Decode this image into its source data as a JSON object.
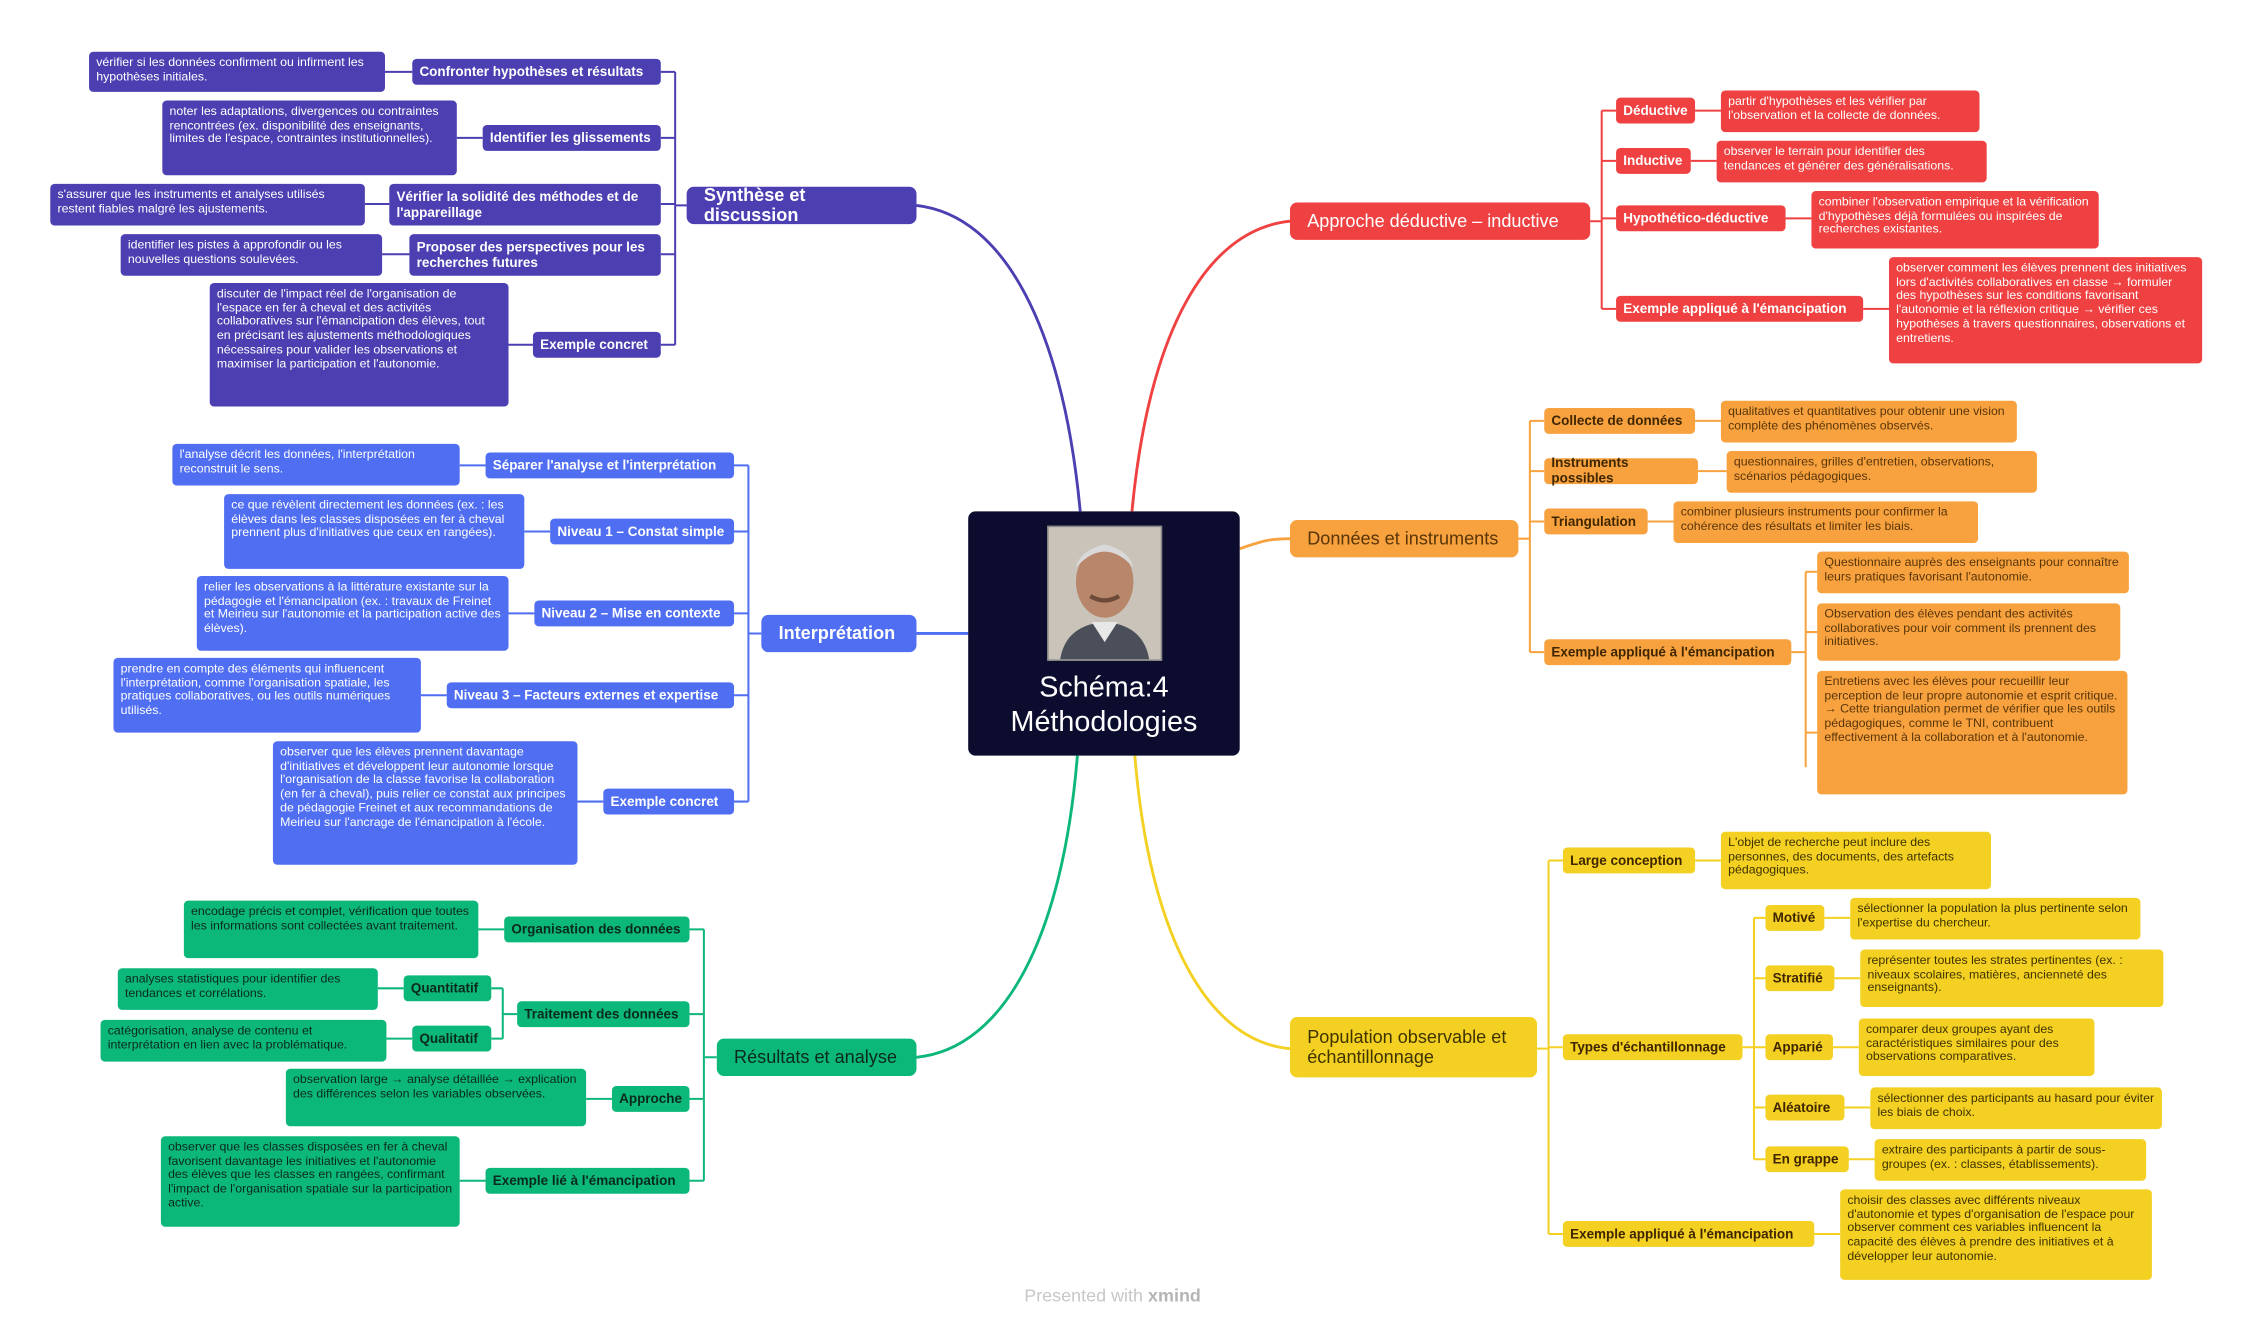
{
  "center": {
    "title": "Schéma:4 Méthodologies"
  },
  "footer": {
    "prefix": "Presented with ",
    "brand": "xmind"
  },
  "colors": {
    "synthese": "#4b3fb1",
    "interpretation": "#4f6ef2",
    "resultats": "#0cb77a",
    "approche": "#ef4141",
    "donnees": "#f7a23f",
    "population": "#f3d021"
  },
  "synthese": {
    "title": "Synthèse et discussion",
    "c1": {
      "label": "Confronter hypothèses et résultats",
      "note": "vérifier si les données confirment ou infirment les hypothèses initiales."
    },
    "c2": {
      "label": "Identifier les glissements",
      "note": "noter les adaptations, divergences ou contraintes rencontrées (ex. disponibilité des enseignants, limites de l'espace, contraintes institutionnelles)."
    },
    "c3": {
      "label": "Vérifier la solidité des méthodes et de l'appareillage",
      "note": "s'assurer que les instruments et analyses utilisés restent fiables malgré les ajustements."
    },
    "c4": {
      "label": "Proposer des perspectives pour les recherches futures",
      "note": "identifier les pistes à approfondir ou les nouvelles questions soulevées."
    },
    "c5": {
      "label": "Exemple concret",
      "note": "discuter de l'impact réel de l'organisation de l'espace en fer à cheval et des activités collaboratives sur l'émancipation des élèves, tout en précisant les ajustements méthodologiques nécessaires pour valider les observations et maximiser la participation et l'autonomie."
    }
  },
  "interpretation": {
    "title": "Interprétation",
    "c1": {
      "label": "Séparer l'analyse et l'interprétation",
      "note": "l'analyse décrit les données, l'interprétation reconstruit le sens."
    },
    "c2": {
      "label": "Niveau 1 – Constat simple",
      "note": "ce que révèlent directement les données (ex. : les élèves dans les classes disposées en fer à cheval prennent plus d'initiatives que ceux en rangées)."
    },
    "c3": {
      "label": "Niveau 2 – Mise en contexte",
      "note": "relier les observations à la littérature existante sur la pédagogie et l'émancipation (ex. : travaux de Freinet et Meirieu sur l'autonomie et la participation active des élèves)."
    },
    "c4": {
      "label": "Niveau 3 – Facteurs externes et expertise",
      "note": "prendre en compte des éléments qui influencent l'interprétation, comme l'organisation spatiale, les pratiques collaboratives, ou les outils numériques utilisés."
    },
    "c5": {
      "label": "Exemple concret",
      "note": "observer que les élèves prennent davantage d'initiatives et développent leur autonomie lorsque l'organisation de la classe favorise la collaboration (en fer à cheval), puis relier ce constat aux principes de pédagogie Freinet et aux recommandations de Meirieu sur l'ancrage de l'émancipation à l'école."
    }
  },
  "resultats": {
    "title": "Résultats et analyse",
    "c1": {
      "label": "Organisation des données",
      "note": "encodage précis et complet, vérification que toutes les informations sont collectées avant traitement."
    },
    "c2": {
      "label": "Traitement des données",
      "q1": {
        "label": "Quantitatif",
        "note": "analyses statistiques pour identifier des tendances et corrélations."
      },
      "q2": {
        "label": "Qualitatif",
        "note": "catégorisation, analyse de contenu et interprétation en lien avec la problématique."
      }
    },
    "c3": {
      "label": "Approche",
      "note": "observation large → analyse détaillée → explication des différences selon les variables observées."
    },
    "c4": {
      "label": "Exemple lié à l'émancipation",
      "note": "observer que les classes disposées en fer à cheval favorisent davantage les initiatives et l'autonomie des élèves que les classes en rangées, confirmant l'impact de l'organisation spatiale sur la participation active."
    }
  },
  "approche": {
    "title": "Approche déductive – inductive",
    "c1": {
      "label": "Déductive",
      "note": "partir d'hypothèses et les vérifier par l'observation et la collecte de données."
    },
    "c2": {
      "label": "Inductive",
      "note": "observer le terrain pour identifier des tendances et générer des généralisations."
    },
    "c3": {
      "label": "Hypothético-déductive",
      "note": "combiner l'observation empirique et la vérification d'hypothèses déjà formulées ou inspirées de recherches existantes."
    },
    "c4": {
      "label": "Exemple appliqué à l'émancipation",
      "note": "observer comment les élèves prennent des initiatives lors d'activités collaboratives en classe → formuler des hypothèses sur les conditions favorisant l'autonomie et la réflexion critique → vérifier ces hypothèses à travers questionnaires, observations et entretiens."
    }
  },
  "donnees": {
    "title": "Données et instruments",
    "c1": {
      "label": "Collecte de données",
      "note": "qualitatives et quantitatives pour obtenir une vision complète des phénomènes observés."
    },
    "c2": {
      "label": "Instruments possibles",
      "note": "questionnaires, grilles d'entretien, observations, scénarios pédagogiques."
    },
    "c3": {
      "label": "Triangulation",
      "note": "combiner plusieurs instruments pour confirmer la cohérence des résultats et limiter les biais."
    },
    "c4": {
      "label": "Exemple appliqué à l'émancipation",
      "n1": "Questionnaire auprès des enseignants pour connaître leurs pratiques favorisant l'autonomie.",
      "n2": "Observation des élèves pendant des activités collaboratives pour voir comment ils prennent des initiatives.",
      "n3": "Entretiens avec les élèves pour recueillir leur perception de leur propre autonomie et esprit critique.\n→ Cette triangulation permet de vérifier que les outils pédagogiques, comme le TNI, contribuent effectivement à la collaboration et à l'autonomie."
    }
  },
  "population": {
    "title": "Population observable et échantillonnage",
    "c1": {
      "label": "Large conception",
      "note": "L'objet de recherche peut inclure des personnes, des documents, des artefacts pédagogiques."
    },
    "c2": {
      "label": "Types d'échantillonnage",
      "t1": {
        "label": "Motivé",
        "note": "sélectionner la population la plus pertinente selon l'expertise du chercheur."
      },
      "t2": {
        "label": "Stratifié",
        "note": "représenter toutes les strates pertinentes (ex. : niveaux scolaires, matières, ancienneté des enseignants)."
      },
      "t3": {
        "label": "Apparié",
        "note": "comparer deux groupes ayant des caractéristiques similaires pour des observations comparatives."
      },
      "t4": {
        "label": "Aléatoire",
        "note": "sélectionner des participants au hasard pour éviter les biais de choix."
      },
      "t5": {
        "label": "En grappe",
        "note": "extraire des participants à partir de sous-groupes (ex. : classes, établissements)."
      }
    },
    "c3": {
      "label": "Exemple appliqué à l'émancipation",
      "note": "choisir des classes avec différents niveaux d'autonomie et types d'organisation de l'espace pour observer comment ces variables influencent la capacité des élèves à prendre des initiatives et à développer leur autonomie."
    }
  }
}
